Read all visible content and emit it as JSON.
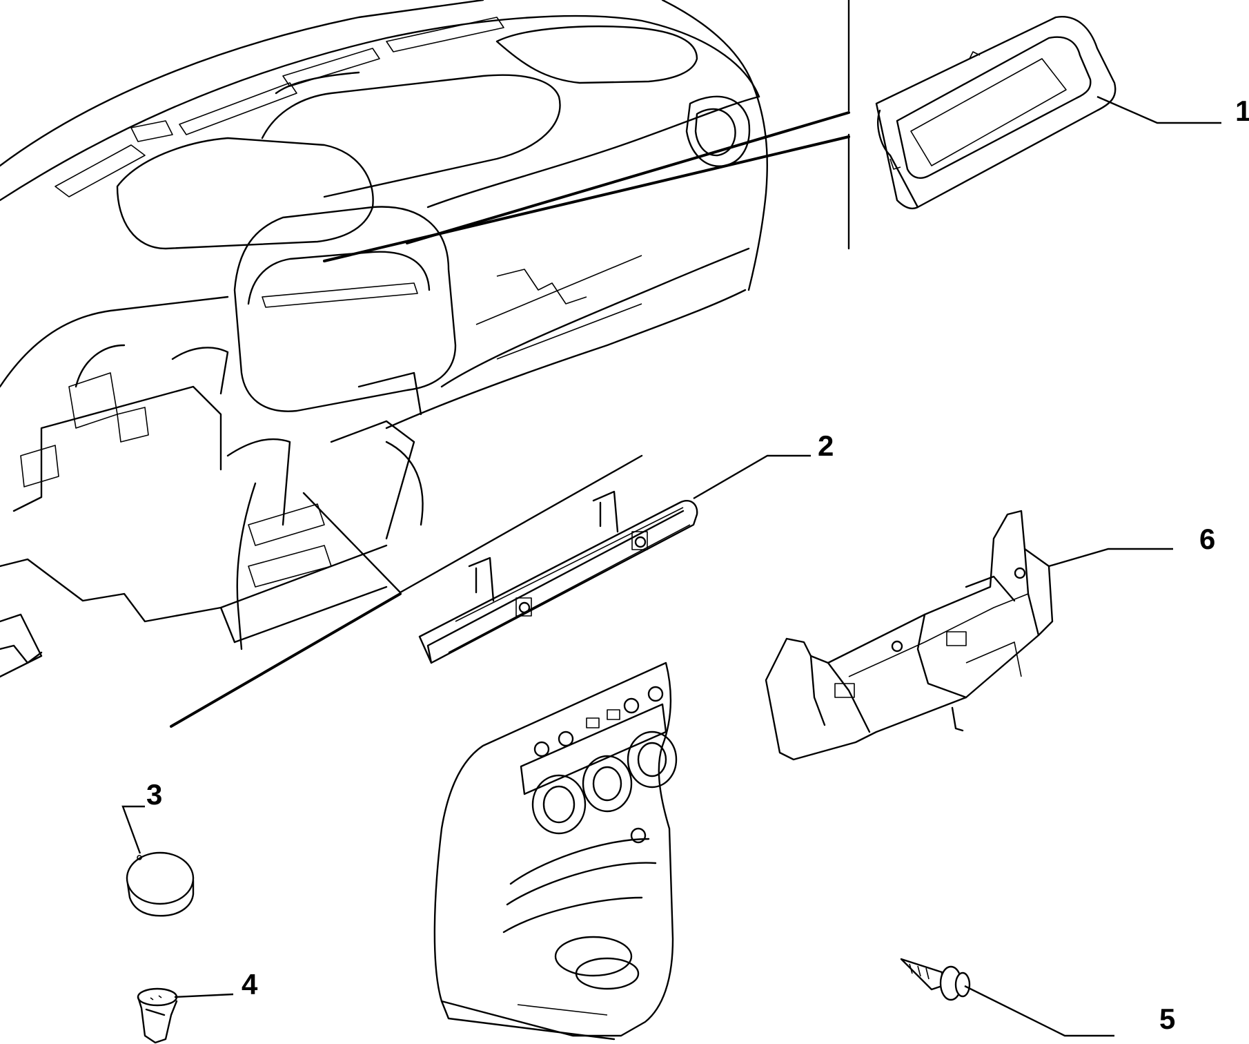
{
  "diagram": {
    "callouts": [
      {
        "number": "1",
        "part": "instrument-cluster-bezel"
      },
      {
        "number": "2",
        "part": "dashboard-crossbar-bracket"
      },
      {
        "number": "3",
        "part": "round-plug-cap"
      },
      {
        "number": "4",
        "part": "push-clip-fastener"
      },
      {
        "number": "5",
        "part": "screw"
      },
      {
        "number": "6",
        "part": "center-console-support-frame"
      }
    ],
    "colors": {
      "line": "#000000",
      "background": "#ffffff"
    }
  }
}
